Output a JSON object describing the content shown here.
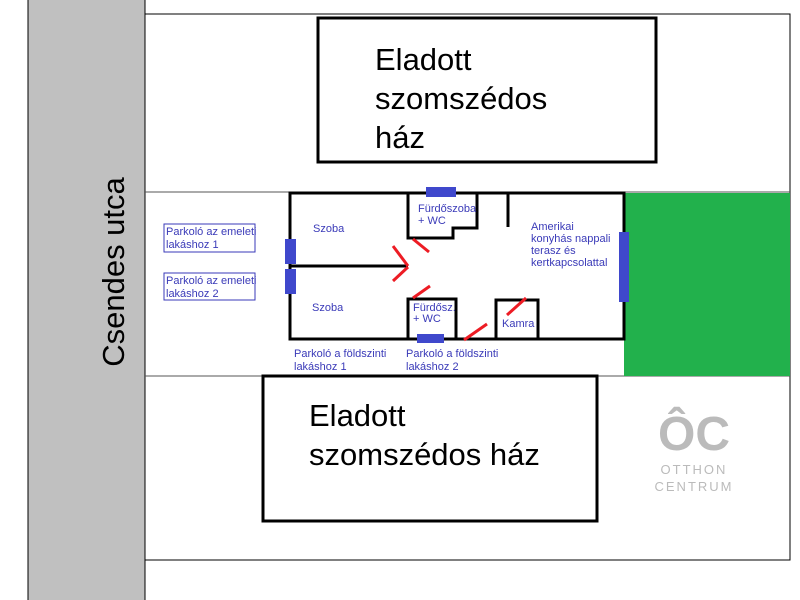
{
  "street": "Csendes utca",
  "neighbor_top": [
    "Eladott",
    "szomszédos",
    "ház"
  ],
  "neighbor_bottom": [
    "Eladott",
    "szomszédos ház"
  ],
  "rooms": {
    "room1": "Szoba",
    "room2": "Szoba",
    "bath1": [
      "Fürdőszoba",
      "+ WC"
    ],
    "bath2": [
      "Fürdősz.",
      "+ WC"
    ],
    "pantry": "Kamra",
    "living": [
      "Amerikai",
      "konyhás nappali",
      "terasz és",
      "kertkapcsolattal"
    ]
  },
  "parking": {
    "upper1": [
      "Parkoló az emeleti",
      "lakáshoz 1"
    ],
    "upper2": [
      "Parkoló az emeleti",
      "lakáshoz 2"
    ],
    "ground1": [
      "Parkoló a földszinti",
      "lakáshoz 1"
    ],
    "ground2": [
      "Parkoló a földszinti",
      "lakáshoz 2"
    ]
  },
  "watermark": [
    "ÔC",
    "OTTHON",
    "CENTRUM"
  ],
  "colors": {
    "street": "#c0c0c0",
    "garden": "#22b14c",
    "window": "#3f48cc",
    "door": "#ed1c24",
    "label": "#3a3ab8"
  }
}
